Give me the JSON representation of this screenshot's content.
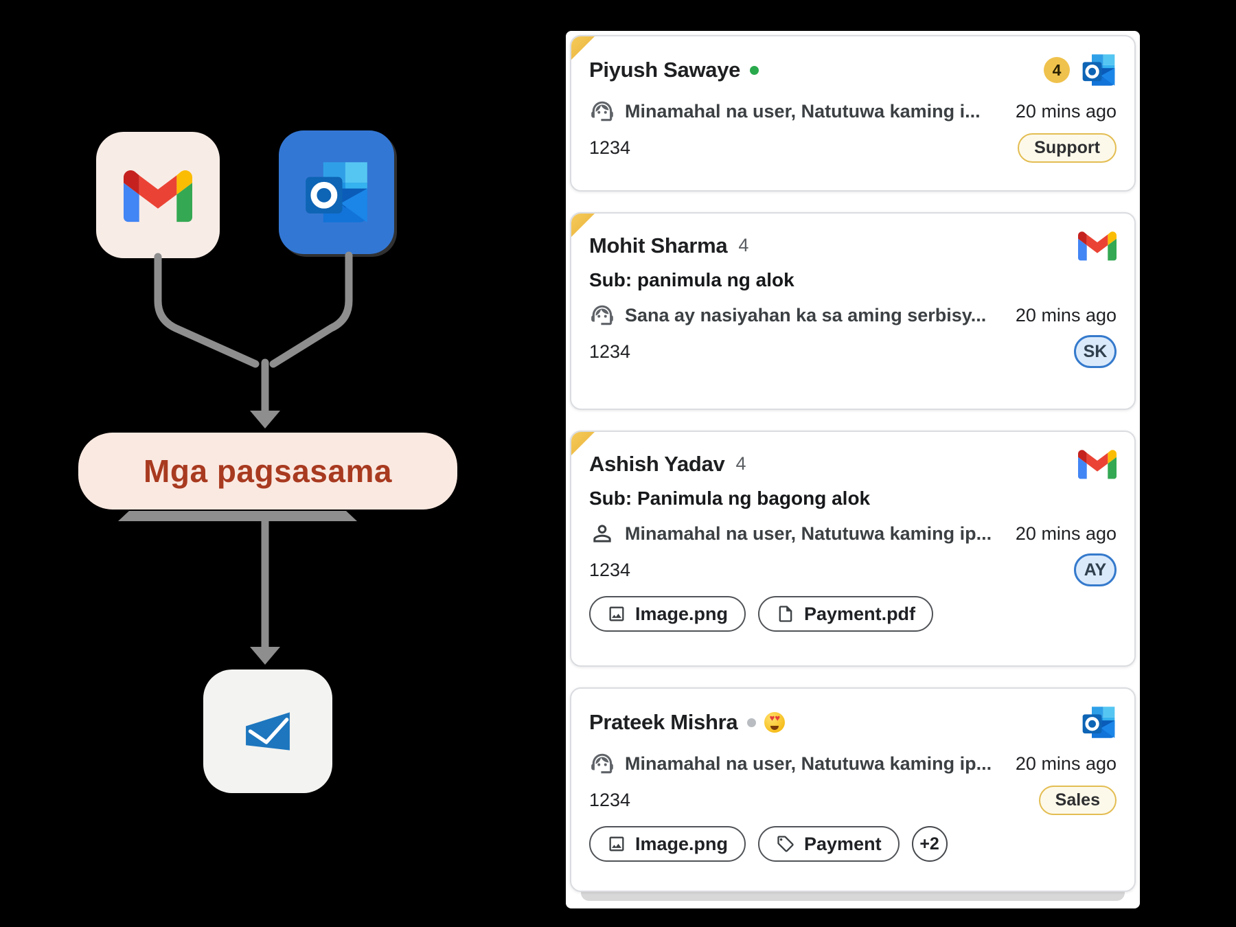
{
  "diagram": {
    "sources": [
      {
        "icon": "gmail-logo"
      },
      {
        "icon": "outlook-logo"
      }
    ],
    "hub_label": "Mga pagsasama",
    "output": {
      "icon": "send-email-logo"
    }
  },
  "inbox": {
    "cards": [
      {
        "name": "Piyush Sawaye",
        "status_dot": "online-green",
        "unread_badge": "4",
        "provider_icon": "outlook-icon",
        "message_icon": "support-agent-icon",
        "message": "Minamahal na user, Natutuwa kaming i...",
        "time": "20 mins ago",
        "ticket_id": "1234",
        "tag_label": "Support",
        "folded_corner": true
      },
      {
        "name": "Mohit Sharma",
        "count": "4",
        "provider_icon": "gmail-icon",
        "subject": "Sub: panimula ng alok",
        "message_icon": "support-agent-icon",
        "message": "Sana ay nasiyahan ka sa aming serbisy...",
        "time": "20 mins ago",
        "ticket_id": "1234",
        "avatar_initials": "SK",
        "folded_corner": true
      },
      {
        "name": "Ashish Yadav",
        "count": "4",
        "provider_icon": "gmail-icon",
        "subject": "Sub: Panimula ng bagong alok",
        "message_icon": "person-icon",
        "message": "Minamahal na user, Natutuwa kaming ip...",
        "time": "20 mins ago",
        "ticket_id": "1234",
        "avatar_initials": "AY",
        "attachments": [
          {
            "label": "Image.png",
            "icon": "image-icon"
          },
          {
            "label": "Payment.pdf",
            "icon": "file-icon"
          }
        ],
        "folded_corner": true
      },
      {
        "name": "Prateek Mishra",
        "status_dot": "away-gray",
        "emoji": "heart-eyes-emoji",
        "provider_icon": "outlook-icon",
        "message_icon": "support-agent-icon",
        "message": "Minamahal na user, Natutuwa kaming ip...",
        "time": "20 mins ago",
        "ticket_id": "1234",
        "tag_label": "Sales",
        "attachments": [
          {
            "label": "Image.png",
            "icon": "image-icon"
          },
          {
            "label": "Payment",
            "icon": "tag-icon"
          }
        ],
        "more_count": "+2",
        "folded_corner": false
      }
    ]
  },
  "colors": {
    "background": "#000000",
    "online_dot": "#29A94C",
    "badge_yellow": "#EFC24D",
    "tag_border": "#E3BD52",
    "hub_pill_bg": "#FAE9E1",
    "hub_pill_text": "#A83A20",
    "outlook_tile_blue": "#3377D4",
    "connector_gray": "#8E8E8E",
    "avatar_blue_border": "#357ACC",
    "avatar_blue_bg": "#DBEAFB"
  }
}
